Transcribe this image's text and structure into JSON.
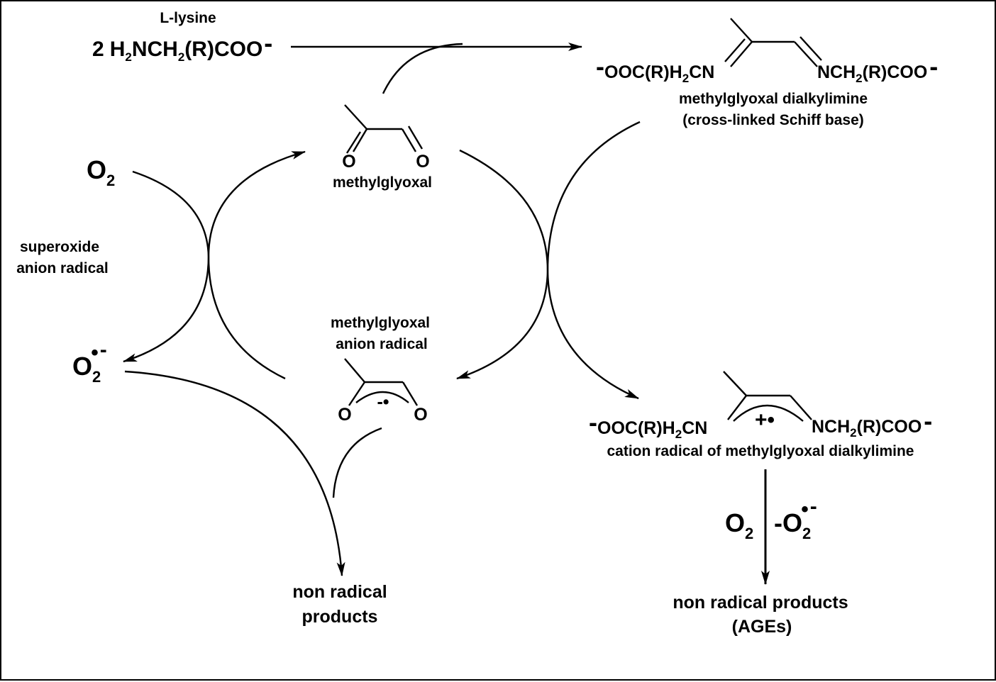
{
  "diagram": {
    "lysine": {
      "name": "L-lysine",
      "coef": "2",
      "formula": [
        "H",
        "2",
        "NCH",
        "2",
        "(R)COO"
      ],
      "charge": "-"
    },
    "dialkylimine": {
      "left_group": [
        "OOC(R)H",
        "2",
        "CN"
      ],
      "right_group": [
        "NCH",
        "2",
        "(R)COO"
      ],
      "charge": "-",
      "name_line1": "methylglyoxal dialkylimine",
      "name_line2": "(cross-linked Schiff base)"
    },
    "methylglyoxal": {
      "name": "methylglyoxal",
      "oxygen": "O"
    },
    "oxygen_left": {
      "symbol": "O",
      "subscript": "2"
    },
    "superoxide_label": {
      "line1": "superoxide",
      "line2": "anion radical"
    },
    "superoxide_left": {
      "symbol": "O",
      "subscript": "2",
      "radical": "•",
      "charge": "-"
    },
    "mg_anion_radical": {
      "line1": "methylglyoxal",
      "line2": "anion radical",
      "charge_mark": "-•",
      "oxygen": "O"
    },
    "non_radical_left": {
      "line1": "non radical",
      "line2": "products"
    },
    "cation_radical": {
      "left_group": [
        "OOC(R)H",
        "2",
        "CN"
      ],
      "right_group": [
        "NCH",
        "2",
        "(R)COO"
      ],
      "charge": "-",
      "charge_mark": "+•",
      "name": "cation radical of methylglyoxal dialkylimine"
    },
    "vertical_step": {
      "reagent": {
        "symbol": "O",
        "subscript": "2"
      },
      "loss": {
        "prefix": "-O",
        "subscript": "2",
        "radical": "•",
        "charge": "-"
      }
    },
    "non_radical_right": {
      "line1": "non radical products",
      "line2": "(AGEs)"
    }
  }
}
